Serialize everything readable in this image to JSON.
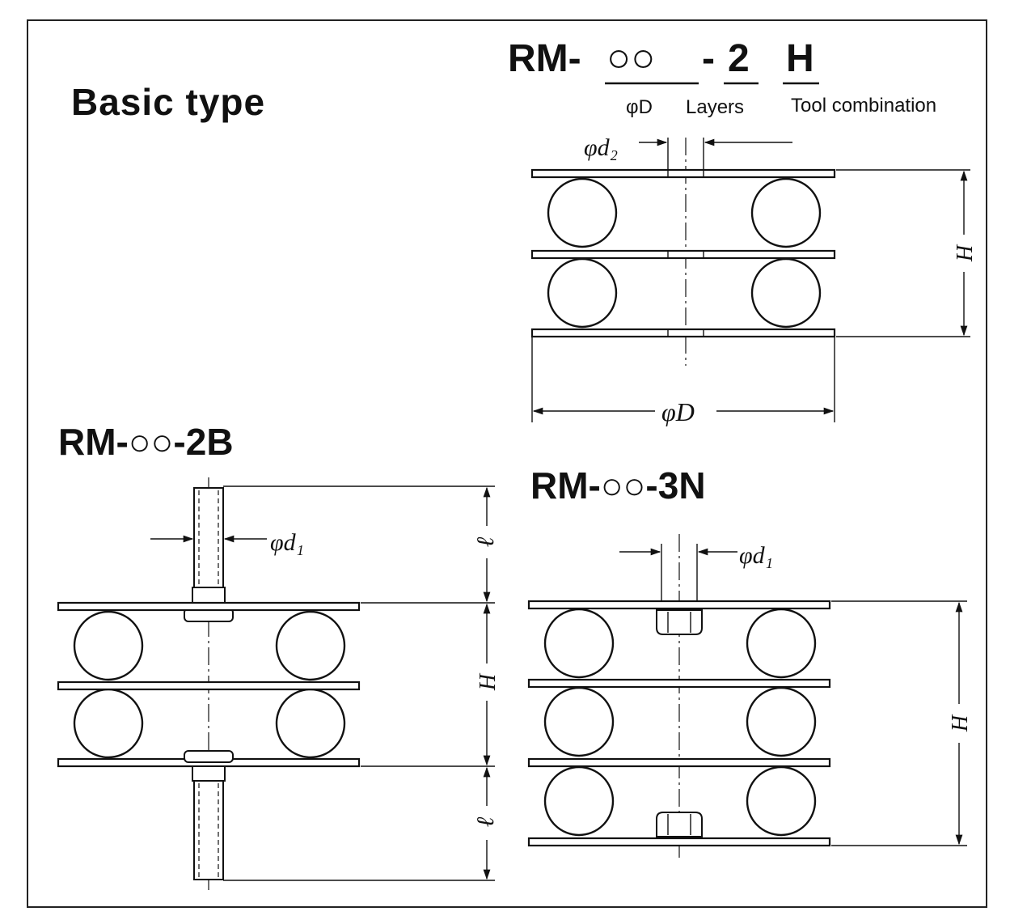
{
  "page_title": "Basic type",
  "model_h": {
    "prefix": "RM-",
    "code": "○○",
    "dash": "-",
    "layers": "2",
    "space": " ",
    "tool": "H",
    "caption_d": "φD",
    "caption_layers": "Layers",
    "caption_tool": "Tool combination"
  },
  "model_2b": {
    "title": "RM-○○-2B"
  },
  "model_3n": {
    "title": "RM-○○-3N"
  },
  "dimensions": {
    "d2": "φd₂",
    "d1": "φd₁",
    "D": "φD",
    "H": "H",
    "l": "ℓ"
  }
}
